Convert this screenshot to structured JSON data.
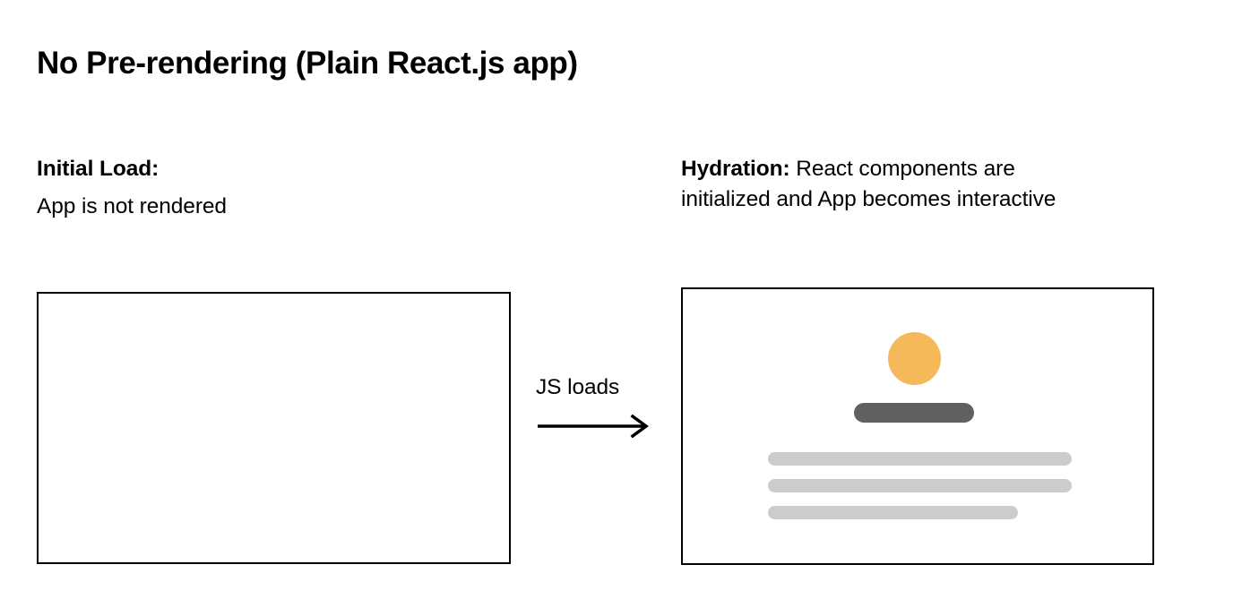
{
  "heading": "No Pre-rendering (Plain React.js app)",
  "columns": {
    "left": {
      "lead": "Initial Load:",
      "body": "App is not rendered"
    },
    "right": {
      "lead": "Hydration:",
      "body_line1": " React components are",
      "body_line2": "initialized and App becomes interactive"
    }
  },
  "transition": {
    "label": "JS loads",
    "arrow_icon": "arrow-right-icon"
  },
  "frames": {
    "left": {
      "state": "empty",
      "border_color": "#000000",
      "background": "#ffffff"
    },
    "right": {
      "state": "hydrated-skeleton",
      "border_color": "#000000",
      "background": "#ffffff",
      "elements": {
        "avatar": {
          "shape": "circle",
          "color": "#f6b95a"
        },
        "title_bar": {
          "shape": "rounded-bar",
          "color": "#606060"
        },
        "text_lines": [
          {
            "color": "#cccccc",
            "length": "full"
          },
          {
            "color": "#cccccc",
            "length": "full"
          },
          {
            "color": "#cccccc",
            "length": "short"
          }
        ]
      }
    }
  },
  "colors": {
    "page_background": "#ffffff",
    "text": "#000000",
    "accent_orange": "#f6b95a",
    "dark_gray": "#606060",
    "light_gray": "#cccccc"
  }
}
